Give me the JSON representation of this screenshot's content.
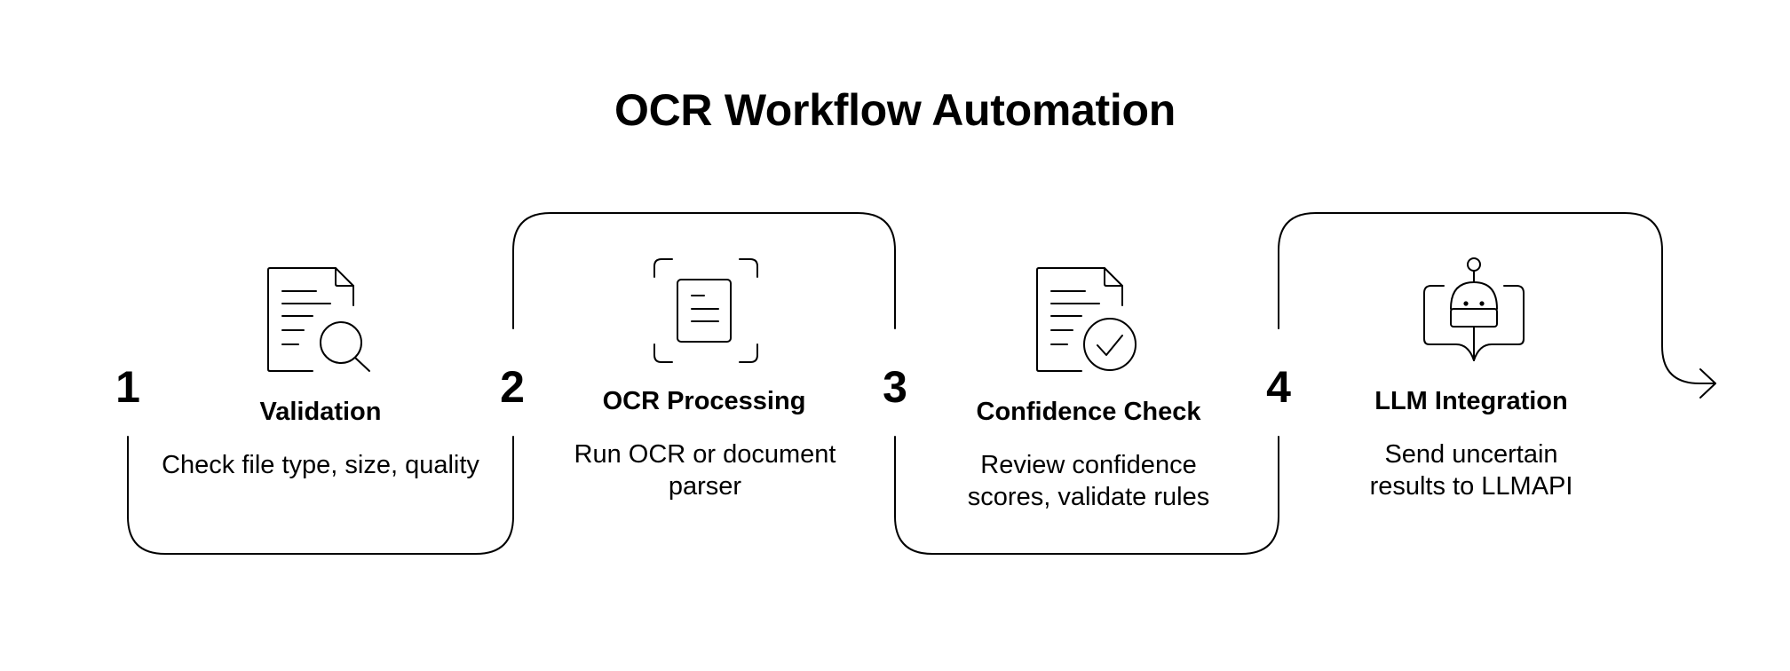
{
  "title": "OCR Workflow Automation",
  "steps": [
    {
      "number": "1",
      "title": "Validation",
      "description": "Check file type, size, quality",
      "icon": "document-search-icon"
    },
    {
      "number": "2",
      "title": "OCR Processing",
      "description": "Run OCR or document parser",
      "icon": "document-scan-icon"
    },
    {
      "number": "3",
      "title": "Confidence Check",
      "description": "Review confidence scores, validate rules",
      "icon": "document-check-icon"
    },
    {
      "number": "4",
      "title": "LLM Integration",
      "description": "Send uncertain results to LLMAPI",
      "icon": "robot-book-icon"
    }
  ],
  "end_icon": "arrow-right-icon"
}
